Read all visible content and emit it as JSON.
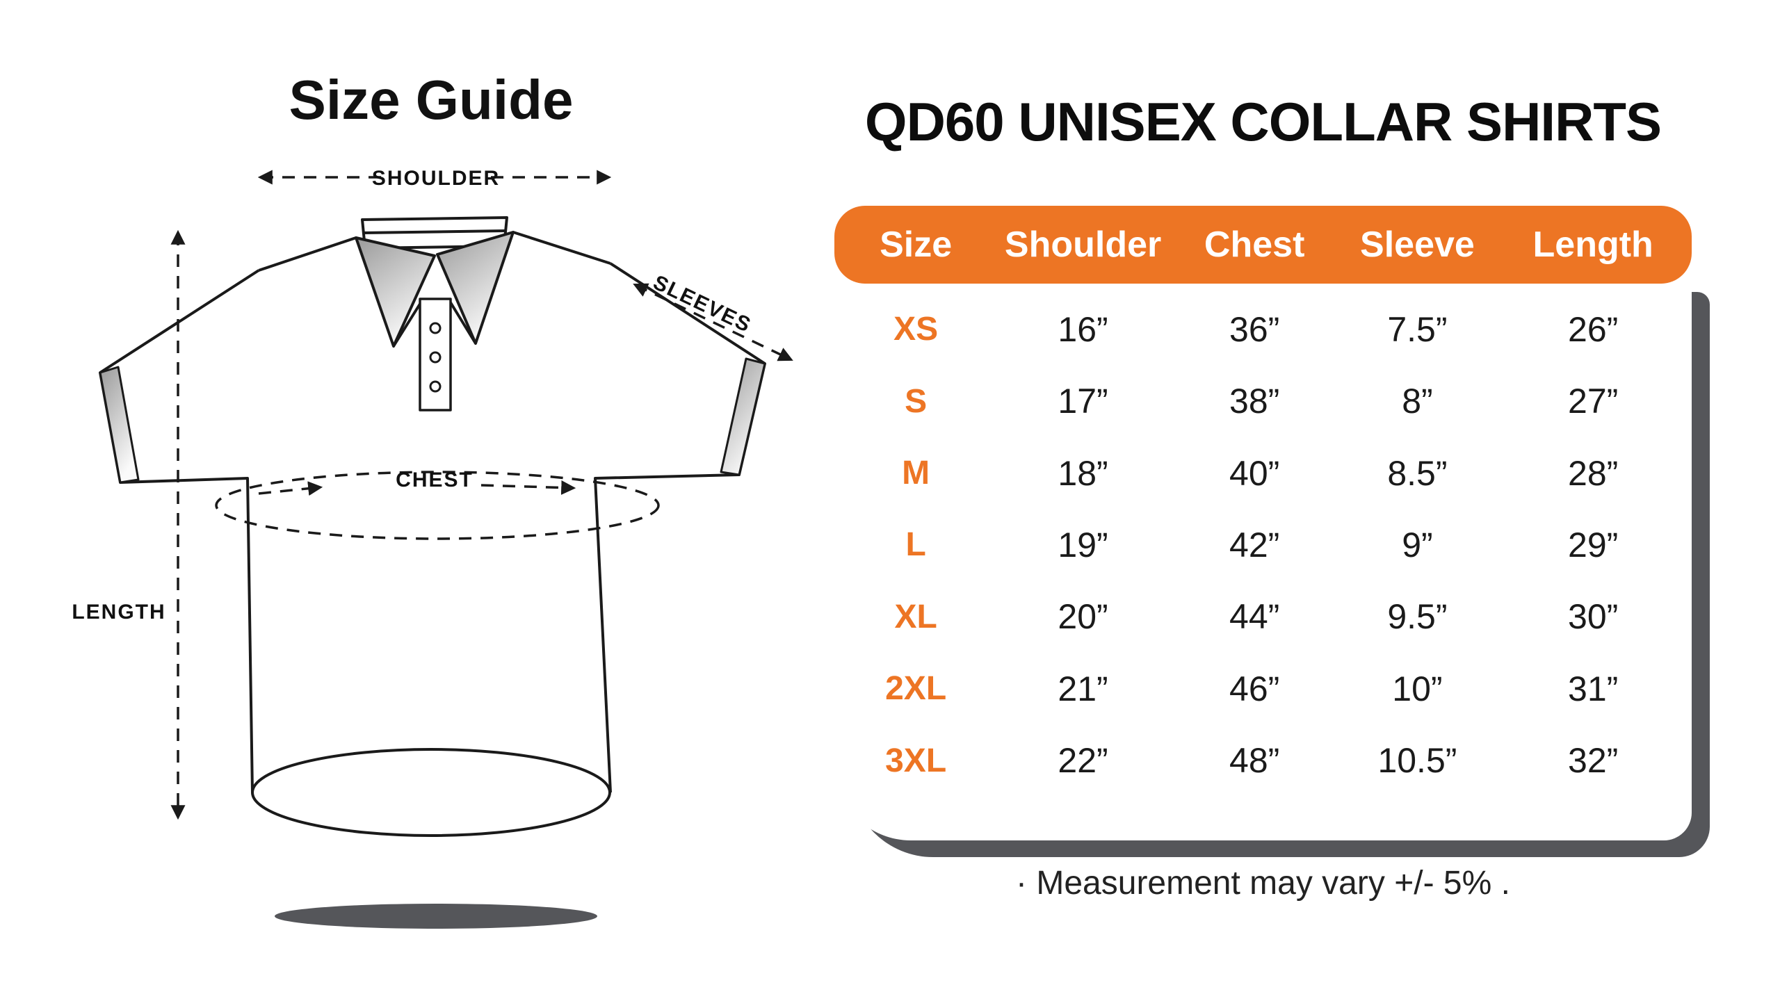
{
  "accent_color": "#ED7524",
  "shadow_color": "#55565A",
  "diagram": {
    "title": "Size Guide",
    "labels": {
      "shoulder": "SHOULDER",
      "sleeves": "SLEEVES",
      "chest": "CHEST",
      "length": "LENGTH"
    }
  },
  "table": {
    "title": "QD60 UNISEX COLLAR SHIRTS",
    "footnote": "· Measurement may vary +/- 5% ."
  },
  "chart_data": {
    "type": "table",
    "columns": [
      "Size",
      "Shoulder",
      "Chest",
      "Sleeve",
      "Length"
    ],
    "rows": [
      {
        "size": "XS",
        "values": [
          "16”",
          "36”",
          "7.5”",
          "26”"
        ]
      },
      {
        "size": "S",
        "values": [
          "17”",
          "38”",
          "8”",
          "27”"
        ]
      },
      {
        "size": "M",
        "values": [
          "18”",
          "40”",
          "8.5”",
          "28”"
        ]
      },
      {
        "size": "L",
        "values": [
          "19”",
          "42”",
          "9”",
          "29”"
        ]
      },
      {
        "size": "XL",
        "values": [
          "20”",
          "44”",
          "9.5”",
          "30”"
        ]
      },
      {
        "size": "2XL",
        "values": [
          "21”",
          "46”",
          "10”",
          "31”"
        ]
      },
      {
        "size": "3XL",
        "values": [
          "22”",
          "48”",
          "10.5”",
          "32”"
        ]
      }
    ]
  }
}
